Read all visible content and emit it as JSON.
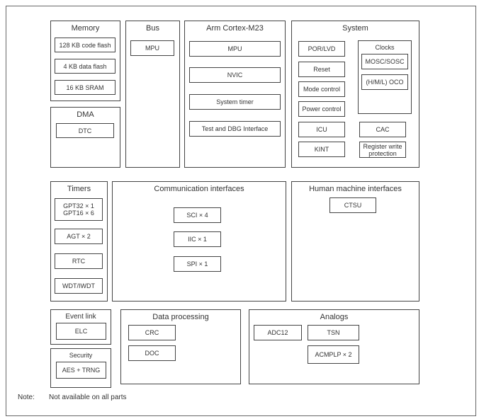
{
  "memory": {
    "title": "Memory",
    "code_flash": "128 KB code flash",
    "data_flash": "4 KB data flash",
    "sram": "16 KB SRAM"
  },
  "bus": {
    "title": "Bus",
    "mpu": "MPU"
  },
  "cpu": {
    "title": "Arm Cortex-M23",
    "mpu": "MPU",
    "nvic": "NVIC",
    "system_timer": "System timer",
    "debug": "Test and DBG Interface"
  },
  "system": {
    "title": "System",
    "por_lvd": "POR/LVD",
    "reset": "Reset",
    "mode_control": "Mode control",
    "power_control": "Power control",
    "icu": "ICU",
    "kint": "KINT",
    "cac": "CAC",
    "register_write_protection": "Register write\nprotection",
    "clocks": {
      "title": "Clocks",
      "mosc_sosc": "MOSC/SOSC",
      "oco": "(H/M/L) OCO"
    }
  },
  "dma": {
    "title": "DMA",
    "dtc": "DTC"
  },
  "timers": {
    "title": "Timers",
    "gpt": "GPT32 × 1\nGPT16 × 6",
    "agt": "AGT × 2",
    "rtc": "RTC",
    "wdt": "WDT/IWDT"
  },
  "comm": {
    "title": "Communication interfaces",
    "sci": "SCI × 4",
    "iic": "IIC × 1",
    "spi": "SPI × 1"
  },
  "hmi": {
    "title": "Human machine interfaces",
    "ctsu": "CTSU"
  },
  "event_link": {
    "title": "Event link",
    "elc": "ELC"
  },
  "security": {
    "title": "Security",
    "aes": "AES + TRNG"
  },
  "data_processing": {
    "title": "Data processing",
    "crc": "CRC",
    "doc": "DOC"
  },
  "analogs": {
    "title": "Analogs",
    "adc": "ADC12",
    "tsn": "TSN",
    "acmplp": "ACMPLP × 2"
  },
  "note": {
    "label": "Note:",
    "text": "Not available on all parts"
  }
}
